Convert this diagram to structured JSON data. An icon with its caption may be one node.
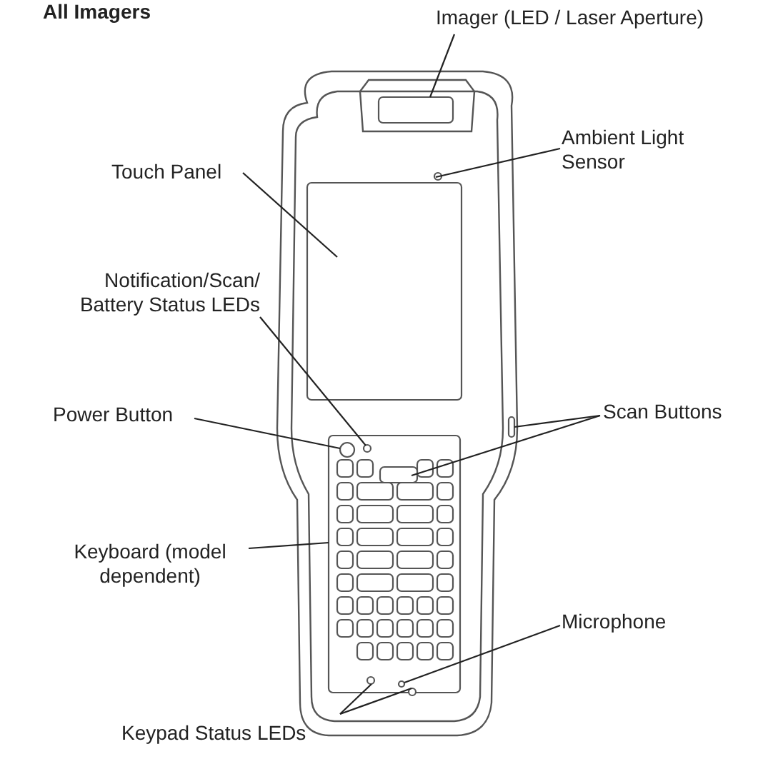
{
  "diagram": {
    "title": "All Imagers",
    "nodes": [
      {
        "text": [
          "Imager (LED / Laser Aperture)"
        ]
      },
      {
        "text": [],
        "shape": "box"
      },
      {
        "text": [
          "Ambient Light Sensor"
        ]
      },
      {
        "text": [],
        "shape": "box"
      },
      {
        "text": [
          "Touch Panel"
        ]
      },
      {
        "text": [],
        "shape": "box"
      },
      {
        "text": [
          "Notification/Scan/ Battery Status LEDs"
        ]
      },
      {
        "text": [],
        "shape": "circle",
        "in": 14
      },
      {
        "text": [
          "Power Button"
        ]
      },
      {
        "text": [],
        "shape": "circle",
        "in": 14
      },
      {
        "text": [
          "Scan Buttons"
        ]
      },
      {
        "text": [],
        "shape": "bar"
      },
      {
        "text": [],
        "shape": "box",
        "in": 14
      },
      {
        "text": [
          "Keyboard (model dependent)"
        ]
      },
      {
        "text": [],
        "shape": "box"
      },
      {
        "text": [
          "Microphone"
        ]
      },
      {
        "text": [],
        "shape": "circle",
        "in": 14
      },
      {
        "text": [
          "Keypad Status LEDs"
        ]
      },
      {
        "text": [],
        "shape": "box",
        "in": 14
      },
      {
        "text": [],
        "shape": "box",
        "in": 14
      }
    ],
    "edges": [
      {
        "from": 0,
        "to": 1,
        "arrow": "none"
      },
      {
        "from": 2,
        "to": 3,
        "arrow": "none"
      },
      {
        "from": 4,
        "to": 5,
        "arrow": "none"
      },
      {
        "from": 6,
        "to": 7,
        "arrow": "none"
      },
      {
        "from": 8,
        "to": 9,
        "arrow": "none"
      },
      {
        "from": 10,
        "to": 11,
        "arrow": "none"
      },
      {
        "from": 10,
        "to": 12,
        "arrow": "none"
      },
      {
        "from": 13,
        "to": 14,
        "arrow": "none"
      },
      {
        "from": 15,
        "to": 16,
        "arrow": "none"
      },
      {
        "from": 17,
        "to": 18,
        "arrow": "none"
      },
      {
        "from": 17,
        "to": 19,
        "arrow": "none"
      }
    ]
  }
}
